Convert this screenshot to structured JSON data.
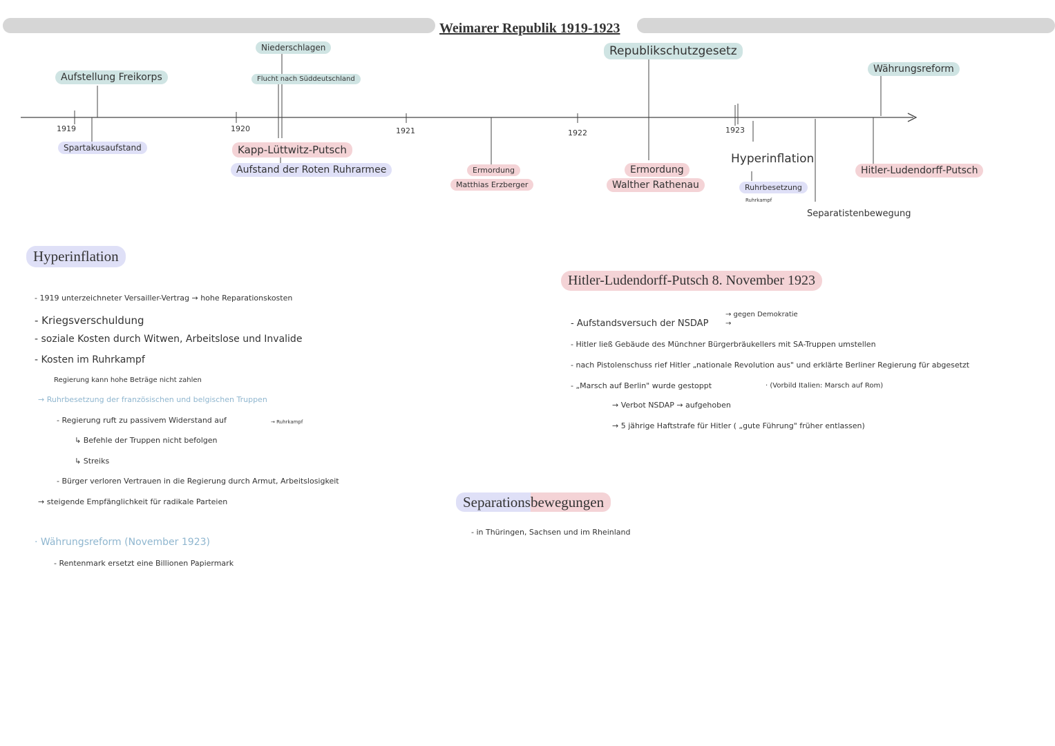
{
  "title": "Weimarer Republik 1919-1923",
  "timeline": {
    "years": [
      "1919",
      "1920",
      "1921",
      "1922",
      "1923"
    ],
    "above": {
      "freikorps": "Aufstellung Freikorps",
      "niederschlagen": "Niederschlagen",
      "flucht": "Flucht nach Süddeutschland",
      "republikschutz": "Republikschutzgesetz",
      "waehrung": "Währungsreform"
    },
    "below": {
      "spartakus": "Spartakusaufstand",
      "kapp": "Kapp-Lüttwitz-Putsch",
      "ruhrarmee": "Aufstand der Roten Ruhrarmee",
      "erzberger_1": "Ermordung",
      "erzberger_2": "Matthias Erzberger",
      "rathenau_1": "Ermordung",
      "rathenau_2": "Walther Rathenau",
      "hyperinflation": "Hyperinflation",
      "ruhrbesetzung": "Ruhrbesetzung",
      "ruhrkampf": "Ruhrkampf",
      "separatisten": "Separatistenbewegung",
      "hitlerputsch": "Hitler-Ludendorff-Putsch"
    }
  },
  "hyperinflation": {
    "heading": "Hyperinflation",
    "lines": [
      "- 1919 unterzeichneter Versailler-Vertrag → hohe Reparationskosten",
      "- Kriegsverschuldung",
      "- soziale Kosten durch Witwen, Arbeitslose und Invalide",
      "- Kosten im Ruhrkampf",
      "Regierung kann hohe Beträge nicht zahlen",
      "→ Ruhrbesetzung der französischen und belgischen Truppen",
      "- Regierung ruft zu passivem Widerstand auf",
      "↳ Befehle der Truppen nicht befolgen",
      "↳ Streiks",
      "- Bürger verloren Vertrauen in die Regierung durch Armut, Arbeitslosigkeit",
      "→ steigende Empfänglichkeit für radikale Parteien"
    ],
    "ruhrkampf_note": "→ Ruhrkampf",
    "waehrung_heading": "· Währungsreform (November 1923)",
    "waehrung_line": "- Rentenmark ersetzt eine Billionen Papiermark"
  },
  "putsch": {
    "heading": "Hitler-Ludendorff-Putsch 8. November 1923",
    "line1": "- Aufstandsversuch der NSDAP",
    "line1_arrow_a": "→ gegen Demokratie",
    "line1_arrow_b": "→",
    "line2": "- Hitler ließ Gebäude des Münchner Bürgerbräukellers mit SA-Truppen umstellen",
    "line3": "- nach Pistolenschuss rief Hitler „nationale Revolution aus\" und erklärte Berliner Regierung für abgesetzt",
    "line4": "- „Marsch auf Berlin\" wurde gestoppt",
    "line4_note": "· (Vorbild Italien: Marsch auf Rom)",
    "line5": "→ Verbot NSDAP → aufgehoben",
    "line6": "→ 5 jährige Haftstrafe für Hitler ( „gute Führung\" früher entlassen)"
  },
  "separation": {
    "heading_a": "Separations",
    "heading_b": "bewegungen",
    "line": "- in Thüringen, Sachsen und im Rheinland"
  },
  "colors": {
    "teal": "#cfe4e3",
    "pink": "#f4d3d6",
    "lavender": "#dfe0f7",
    "bar": "#d6d6d6"
  }
}
